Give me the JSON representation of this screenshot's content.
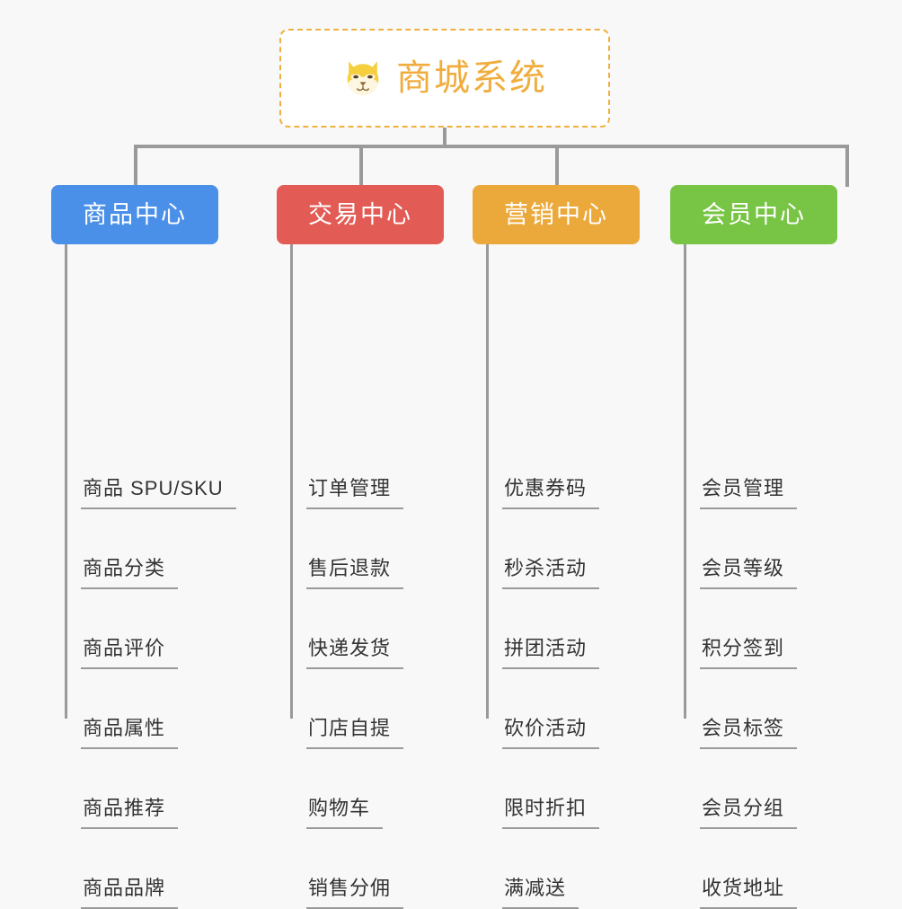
{
  "background_color": "#f8f8f8",
  "root": {
    "title": "商城系统",
    "icon": "shiba-dog-face-icon",
    "color": "#f0ad3e",
    "border_color": "#f0b040"
  },
  "connector_color": "#9a9a9a",
  "columns": [
    {
      "label": "商品中心",
      "color": "#4a90e8",
      "items": [
        "商品 SPU/SKU",
        "商品分类",
        "商品评价",
        "商品属性",
        "商品推荐",
        "商品品牌"
      ]
    },
    {
      "label": "交易中心",
      "color": "#e25c55",
      "items": [
        "订单管理",
        "售后退款",
        "快递发货",
        "门店自提",
        "购物车",
        "销售分佣"
      ]
    },
    {
      "label": "营销中心",
      "color": "#eca93b",
      "items": [
        "优惠券码",
        "秒杀活动",
        "拼团活动",
        "砍价活动",
        "限时折扣",
        "满减送"
      ]
    },
    {
      "label": "会员中心",
      "color": "#78c445",
      "items": [
        "会员管理",
        "会员等级",
        "积分签到",
        "会员标签",
        "会员分组",
        "收货地址"
      ]
    }
  ]
}
